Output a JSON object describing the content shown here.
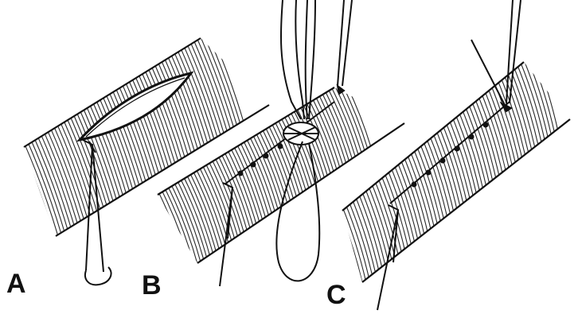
{
  "figure": {
    "panels": [
      {
        "id": "A",
        "label": "A"
      },
      {
        "id": "B",
        "label": "B"
      },
      {
        "id": "C",
        "label": "C"
      }
    ]
  },
  "colors": {
    "ink": "#111111",
    "background": "#ffffff"
  }
}
